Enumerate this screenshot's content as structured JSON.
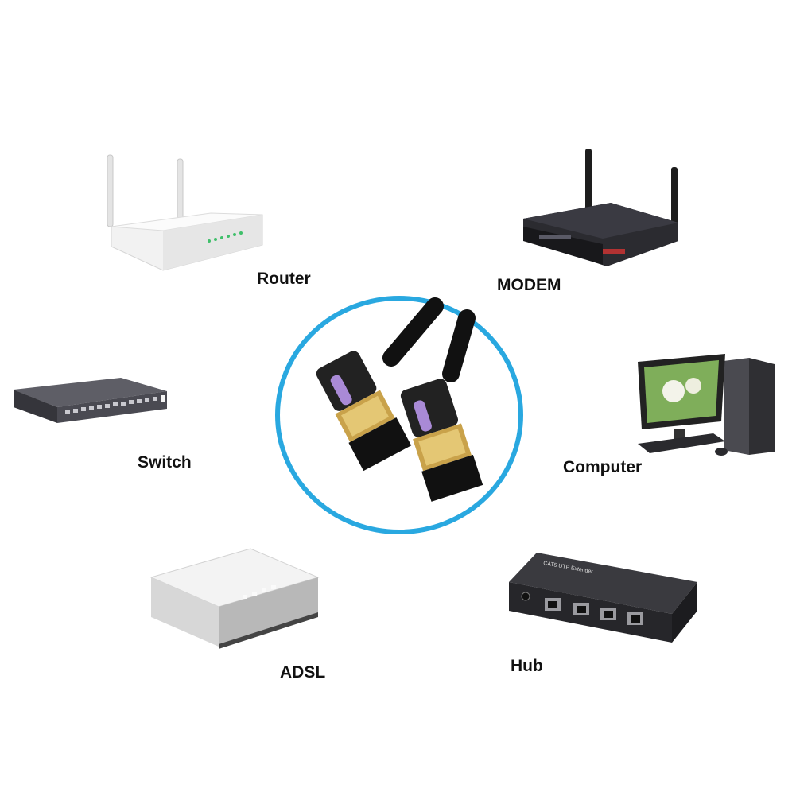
{
  "devices": {
    "router": {
      "label": "Router",
      "icon": "white-wifi-router-icon"
    },
    "modem": {
      "label": "MODEM",
      "icon": "black-modem-icon"
    },
    "switch": {
      "label": "Switch",
      "icon": "rack-switch-icon"
    },
    "computer": {
      "label": "Computer",
      "icon": "desktop-computer-icon"
    },
    "adsl": {
      "label": "ADSL",
      "icon": "adsl-box-icon"
    },
    "hub": {
      "label": "Hub",
      "icon": "network-hub-icon"
    }
  },
  "center": {
    "icon": "ethernet-cable-icon",
    "ring_color": "#29a8e0",
    "accent_color": "#a98ad6"
  }
}
